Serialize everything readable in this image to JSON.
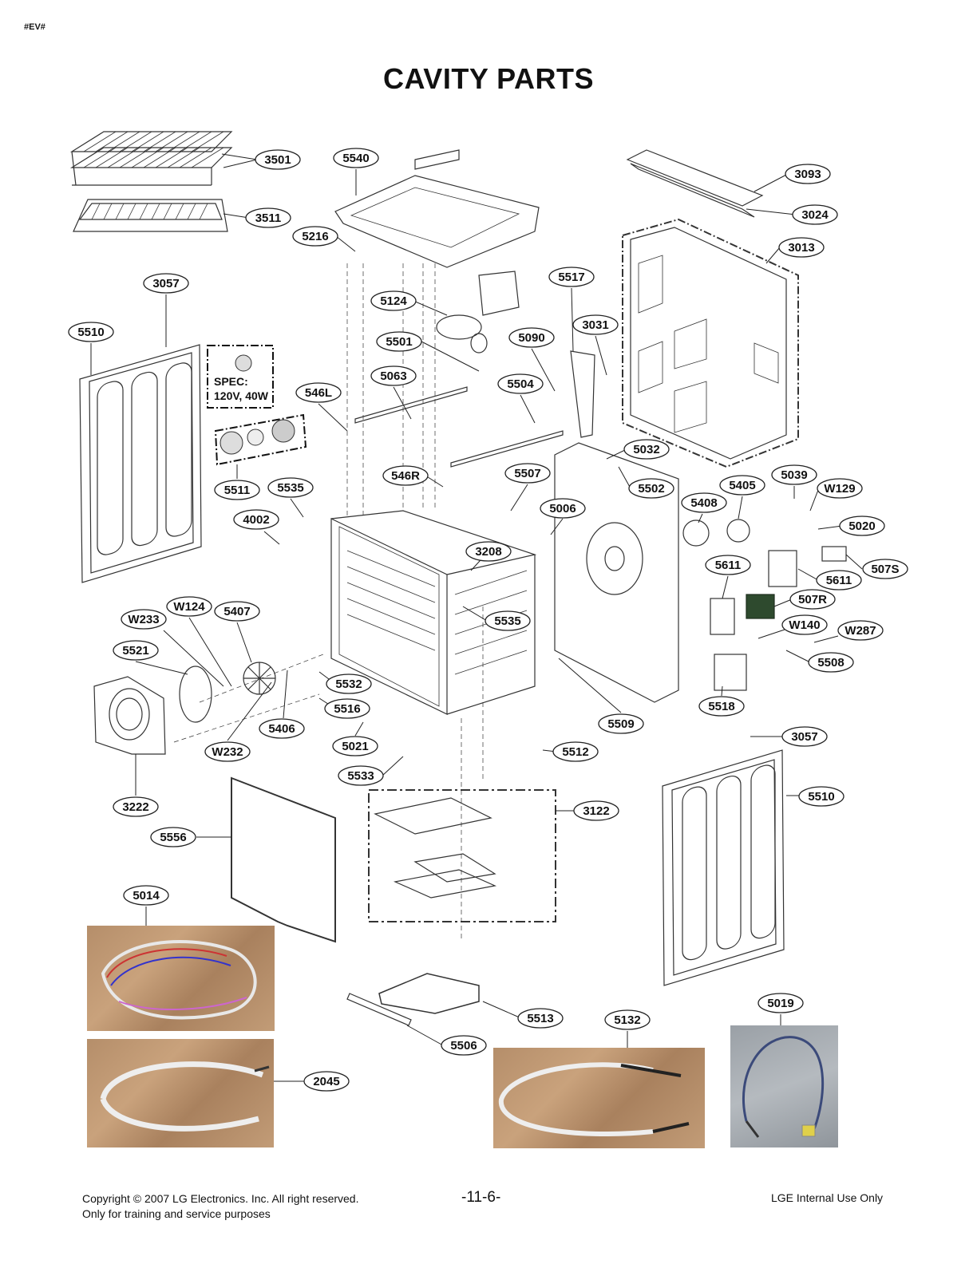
{
  "header": {
    "tag": "#EV#",
    "title": "CAVITY PARTS"
  },
  "spec_box": {
    "line1": "SPEC:",
    "line2": "120V, 40W"
  },
  "callouts": [
    {
      "id": "3501"
    },
    {
      "id": "3511"
    },
    {
      "id": "5540"
    },
    {
      "id": "3093"
    },
    {
      "id": "3024"
    },
    {
      "id": "3013"
    },
    {
      "id": "5216"
    },
    {
      "id": "3057"
    },
    {
      "id": "5510"
    },
    {
      "id": "5124"
    },
    {
      "id": "5517"
    },
    {
      "id": "3031"
    },
    {
      "id": "5501"
    },
    {
      "id": "5090"
    },
    {
      "id": "5063"
    },
    {
      "id": "5504"
    },
    {
      "id": "546L"
    },
    {
      "id": "5032"
    },
    {
      "id": "546R"
    },
    {
      "id": "5507"
    },
    {
      "id": "5502"
    },
    {
      "id": "5405"
    },
    {
      "id": "5039"
    },
    {
      "id": "W129"
    },
    {
      "id": "5511"
    },
    {
      "id": "5535"
    },
    {
      "id": "5006"
    },
    {
      "id": "5408"
    },
    {
      "id": "5020"
    },
    {
      "id": "4002"
    },
    {
      "id": "3208"
    },
    {
      "id": "5611"
    },
    {
      "id": "507S"
    },
    {
      "id": "5611"
    },
    {
      "id": "507R"
    },
    {
      "id": "W124"
    },
    {
      "id": "5407"
    },
    {
      "id": "W233"
    },
    {
      "id": "5535"
    },
    {
      "id": "W140"
    },
    {
      "id": "W287"
    },
    {
      "id": "5521"
    },
    {
      "id": "5508"
    },
    {
      "id": "5532"
    },
    {
      "id": "5518"
    },
    {
      "id": "5516"
    },
    {
      "id": "5509"
    },
    {
      "id": "5406"
    },
    {
      "id": "W232"
    },
    {
      "id": "5021"
    },
    {
      "id": "5512"
    },
    {
      "id": "3057"
    },
    {
      "id": "5533"
    },
    {
      "id": "3222"
    },
    {
      "id": "5510"
    },
    {
      "id": "3122"
    },
    {
      "id": "5556"
    },
    {
      "id": "5014"
    },
    {
      "id": "5019"
    },
    {
      "id": "5513"
    },
    {
      "id": "5132"
    },
    {
      "id": "5506"
    },
    {
      "id": "2045"
    }
  ],
  "footer": {
    "copyright": "Copyright © 2007 LG Electronics. Inc. All right reserved.",
    "training": "Only for training and service purposes",
    "page_number": "-11-6-",
    "internal": "LGE Internal Use Only"
  }
}
